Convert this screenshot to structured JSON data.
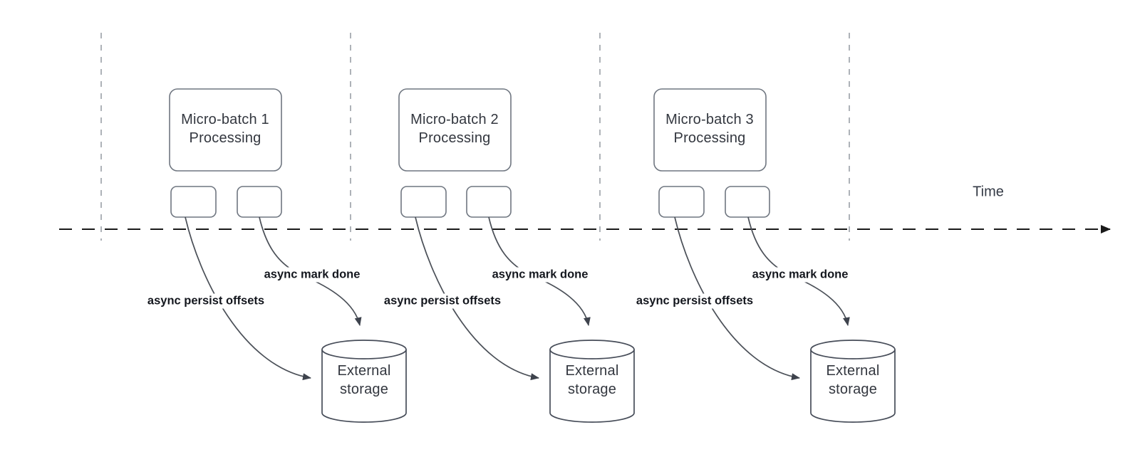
{
  "diagram": {
    "time_label": "Time",
    "groups": [
      {
        "box_label": "Micro-batch 1\nProcessing",
        "persist_label": "async persist offsets",
        "done_label": "async mark done",
        "storage_label": "External\nstorage"
      },
      {
        "box_label": "Micro-batch 2\nProcessing",
        "persist_label": "async persist offsets",
        "done_label": "async mark done",
        "storage_label": "External\nstorage"
      },
      {
        "box_label": "Micro-batch 3\nProcessing",
        "persist_label": "async persist offsets",
        "done_label": "async mark done",
        "storage_label": "External\nstorage"
      }
    ],
    "colors": {
      "background": "#ffffff",
      "timeline": "#1a1a1a",
      "interval_guides": "#9aa0a6",
      "node_stroke": "#6f7680",
      "storage_stroke": "#474d59",
      "arrow_stroke": "#4b5058",
      "node_text": "#33373f",
      "edge_label_text": "#14171e"
    }
  }
}
